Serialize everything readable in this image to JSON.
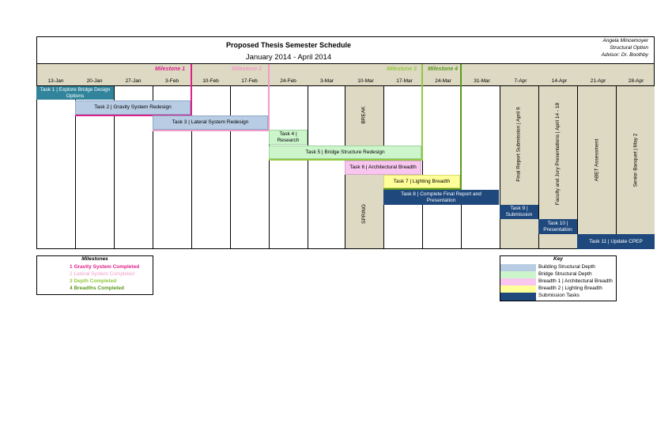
{
  "header": {
    "title": "Proposed Thesis Semester Schedule",
    "subtitle": "January 2014 - April 2014",
    "author": "Angela Mincemoyer",
    "option": "Structural Option",
    "advisor": "Advisor: Dr. Boothby"
  },
  "milestones_header": {
    "m1": "Milestone 1",
    "m2": "Milestone 2",
    "m3": "Milestone 3",
    "m4": "Milestone 4"
  },
  "dates": [
    "13-Jan",
    "20-Jan",
    "27-Jan",
    "3-Feb",
    "10-Feb",
    "17-Feb",
    "24-Feb",
    "3-Mar",
    "10-Mar",
    "17-Mar",
    "24-Mar",
    "31-Mar",
    "7-Apr",
    "14-Apr",
    "21-Apr",
    "28-Apr"
  ],
  "tasks": {
    "t1": "Task 1  |  Explore Bridge Design Options",
    "t2": "Task 2  |  Gravity System Redesign",
    "t3": "Task 3  |  Lateral System Redesign",
    "t4a": "Task 4  |",
    "t4b": "Research",
    "t5": "Task 5  |  Bridge Structure Redesign",
    "t6": "Task 6  |  Architectural Breadth",
    "t7": "Task 7  |  Lighting Breadth",
    "t8": "Task 8  |  Complete Final Report and Presentation",
    "t9": "Task 9  |  Submission",
    "t10": "Task 10  |  Presentation",
    "t11": "Task 11  |  Update CPEP"
  },
  "vertical_labels": {
    "break": "BREAK",
    "spring": "SPRING",
    "final_report": "Final Report Submission  |  April 9",
    "faculty": "Faculty and Jury Presentations  |  April 14 - 18",
    "abet": "ABET Assessment",
    "banquet": "Senior Banquet  |  May 2"
  },
  "milestones_box": {
    "title": "Milestones",
    "items": [
      {
        "num": "1",
        "text": "Gravity System Completed",
        "color": "#e0208c"
      },
      {
        "num": "2",
        "text": "Lateral System Completed",
        "color": "#f29ac8"
      },
      {
        "num": "3",
        "text": "Depth Completed",
        "color": "#92c83e"
      },
      {
        "num": "4",
        "text": "Breadths Completed",
        "color": "#5a9a1e"
      }
    ]
  },
  "key": {
    "title": "Key",
    "items": [
      {
        "label": "Building Structural Depth",
        "color": "#b8cce4"
      },
      {
        "label": "Bridge Structural Depth",
        "color": "#ccf5cc"
      },
      {
        "label": "Breadth 1  |  Architectural Breadth",
        "color": "#f8c6ee"
      },
      {
        "label": "Breadth 2  |  Lighting Breadth",
        "color": "#ffff99"
      },
      {
        "label": "Submission Tasks",
        "color": "#1f497d"
      }
    ]
  },
  "colors": {
    "header_gray": "#ddd9c3",
    "milestone1": "#e0208c",
    "milestone2": "#f29ac8",
    "milestone3": "#92c83e",
    "milestone4": "#5a9a1e",
    "task1": "#31849b",
    "navy": "#1f497d"
  }
}
